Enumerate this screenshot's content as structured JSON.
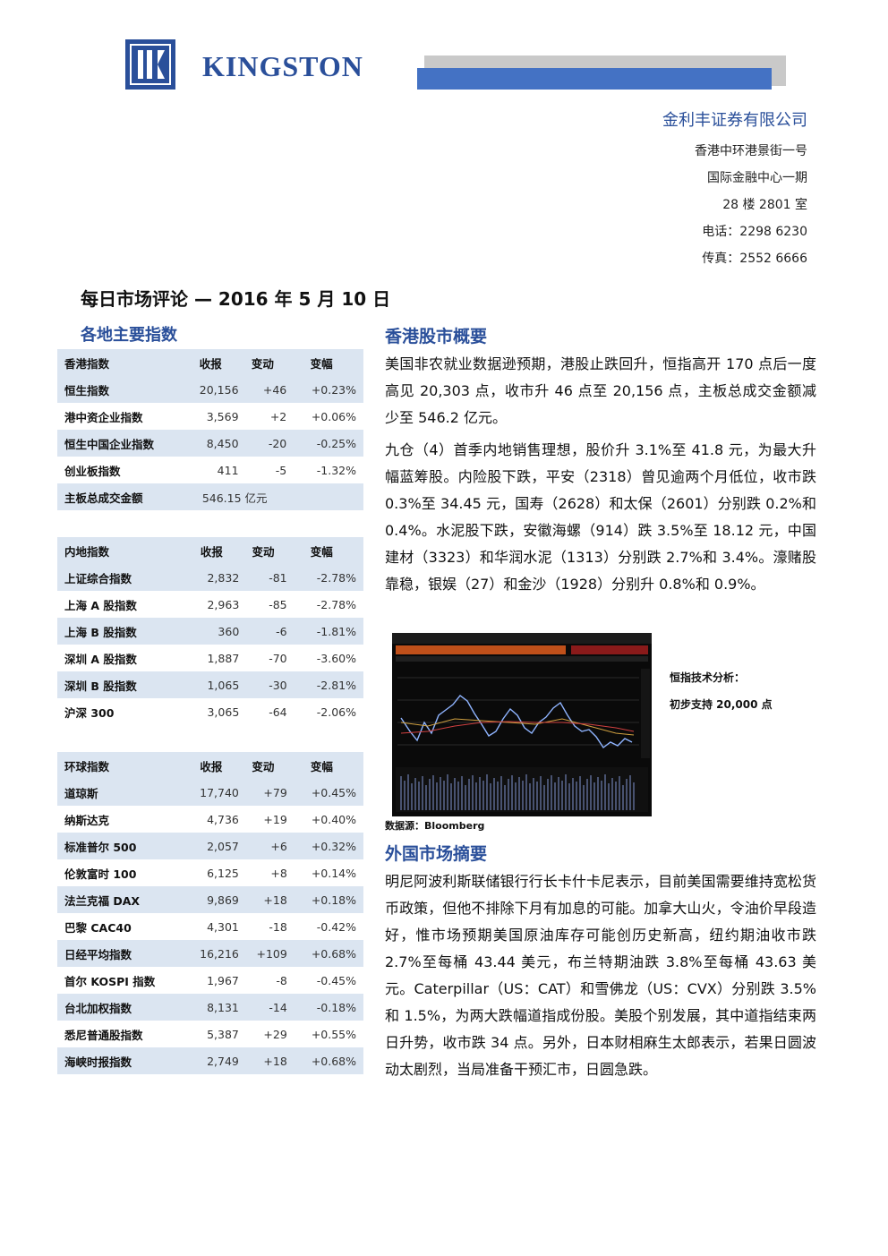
{
  "header": {
    "brand": "KINGSTON",
    "company_name": "金利丰证券有限公司",
    "address": [
      "香港中环港景街一号",
      "国际金融中心一期",
      "28 楼 2801 室"
    ],
    "phone": "电话：2298 6230",
    "fax": "传真：2552 6666"
  },
  "title": "每日市场评论 — 2016 年 5 月 10 日",
  "left": {
    "section_title": "各地主要指数",
    "hk": {
      "headers": [
        "香港指数",
        "收报",
        "变动",
        "变幅"
      ],
      "rows": [
        [
          "恒生指数",
          "20,156",
          "+46",
          "+0.23%"
        ],
        [
          "港中资企业指数",
          "3,569",
          "+2",
          "+0.06%"
        ],
        [
          "恒生中国企业指数",
          "8,450",
          "-20",
          "-0.25%"
        ],
        [
          "创业板指数",
          "411",
          "-5",
          "-1.32%"
        ]
      ],
      "turnover_label": "主板总成交金额",
      "turnover_value": "546.15 亿元"
    },
    "mainland": {
      "headers": [
        "内地指数",
        "收报",
        "变动",
        "变幅"
      ],
      "rows": [
        [
          "上证综合指数",
          "2,832",
          "-81",
          "-2.78%"
        ],
        [
          "上海 A 股指数",
          "2,963",
          "-85",
          "-2.78%"
        ],
        [
          "上海 B 股指数",
          "360",
          "-6",
          "-1.81%"
        ],
        [
          "深圳 A 股指数",
          "1,887",
          "-70",
          "-3.60%"
        ],
        [
          "深圳 B 股指数",
          "1,065",
          "-30",
          "-2.81%"
        ],
        [
          "沪深 300",
          "3,065",
          "-64",
          "-2.06%"
        ]
      ]
    },
    "global": {
      "headers": [
        "环球指数",
        "收报",
        "变动",
        "变幅"
      ],
      "rows": [
        [
          "道琼斯",
          "17,740",
          "+79",
          "+0.45%"
        ],
        [
          "纳斯达克",
          "4,736",
          "+19",
          "+0.40%"
        ],
        [
          "标准普尔 500",
          "2,057",
          "+6",
          "+0.32%"
        ],
        [
          "伦敦富时 100",
          "6,125",
          "+8",
          "+0.14%"
        ],
        [
          "法兰克福 DAX",
          "9,869",
          "+18",
          "+0.18%"
        ],
        [
          "巴黎 CAC40",
          "4,301",
          "-18",
          "-0.42%"
        ],
        [
          "日经平均指数",
          "16,216",
          "+109",
          "+0.68%"
        ],
        [
          "首尔 KOSPI 指数",
          "1,967",
          "-8",
          "-0.45%"
        ],
        [
          "台北加权指数",
          "8,131",
          "-14",
          "-0.18%"
        ],
        [
          "悉尼普通股指数",
          "5,387",
          "+29",
          "+0.55%"
        ],
        [
          "海峡时报指数",
          "2,749",
          "+18",
          "+0.68%"
        ]
      ]
    }
  },
  "right": {
    "hk_title": "香港股市概要",
    "hk_para1": "美国非农就业数据逊预期，港股止跌回升，恒指高开 170 点后一度高见 20,303 点，收市升 46 点至 20,156 点，主板总成交金额减少至 546.2 亿元。",
    "hk_para2": "九仓（4）首季内地销售理想，股价升 3.1%至 41.8 元，为最大升幅蓝筹股。内险股下跌，平安（2318）曾见逾两个月低位，收市跌 0.3%至 34.45 元，国寿（2628）和太保（2601）分别跌 0.2%和 0.4%。水泥股下跌，安徽海螺（914）跌 3.5%至 18.12 元，中国建材（3323）和华润水泥（1313）分别跌 2.7%和 3.4%。濠赌股靠稳，银娱（27）和金沙（1928）分别升 0.8%和 0.9%。",
    "chart_note_title": "恒指技术分析：",
    "chart_note_text": "初步支持 20,000 点",
    "source": "数据源：Bloomberg",
    "foreign_title": "外国市场摘要",
    "foreign_para": "明尼阿波利斯联储银行行长卡什卡尼表示，目前美国需要维持宽松货币政策，但他不排除下月有加息的可能。加拿大山火，令油价早段造好，惟市场预期美国原油库存可能创历史新高，纽约期油收市跌 2.7%至每桶 43.44 美元，布兰特期油跌 3.8%至每桶 43.63 美元。Caterpillar（US：CAT）和雪佛龙（US：CVX）分别跌 3.5%和 1.5%，为两大跌幅道指成份股。美股个别发展，其中道指结束两日升势，收市跌 34 点。另外，日本财相麻生太郎表示，若果日圆波动太剧烈，当局准备干预汇市，日圆急跌。"
  },
  "colors": {
    "brand_blue": "#2a4f9a",
    "row_shade": "#dbe5f1",
    "bar_blue": "#4472c4"
  }
}
